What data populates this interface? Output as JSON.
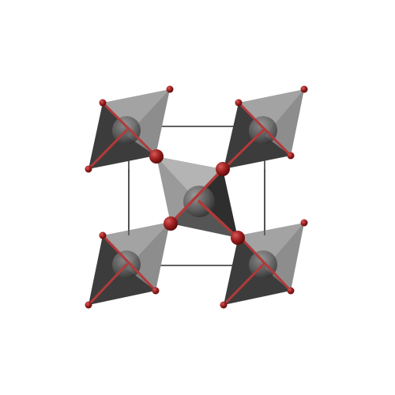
{
  "figure": {
    "kind": "crystal-structure",
    "representation": "polyhedral",
    "polyhedron": "octahedron",
    "octahedra_count": 5,
    "has_unit_cell_outline": true,
    "colors": {
      "background": "#ffffff",
      "cell_edge": "#3a3a3a",
      "face_light": "#a3a3a3",
      "face_mid": "#777777",
      "face_dark": "#4a4a4a",
      "face_darkest": "#2e2e2e",
      "central_atom": "#6d6d6d",
      "oxygen_atom": "#8b1a1a",
      "bond": "#b23a3a"
    }
  }
}
